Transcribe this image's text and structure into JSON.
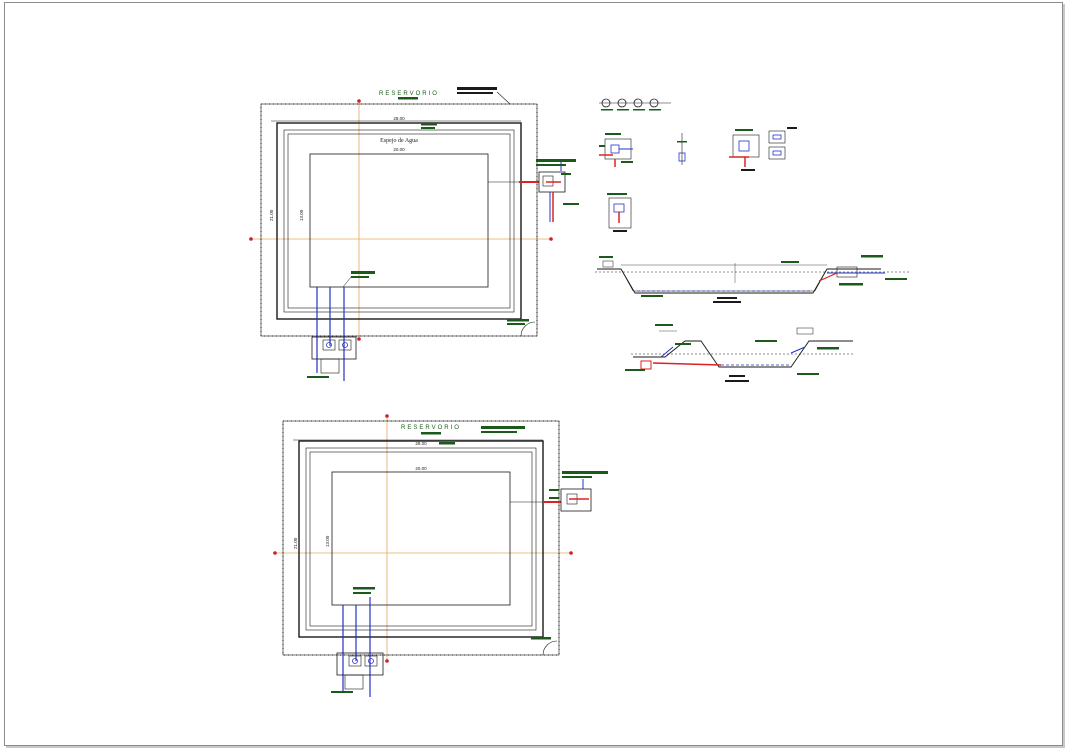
{
  "drawing": {
    "plan_top": {
      "title": "RESERVORIO",
      "outer_dim": "28.00",
      "inner_label": "Espejo de Agua",
      "inner_dim": "20.00",
      "side_dim_outer": "21.00",
      "side_dim_inner": "13.00"
    },
    "plan_bottom": {
      "title": "RESERVORIO",
      "outer_dim": "28.00",
      "inner_dim": "20.00",
      "side_dim_outer": "21.00",
      "side_dim_inner": "13.00"
    }
  },
  "colors": {
    "line": "#1a1a1a",
    "axis": "#e6a65c",
    "pipe_blue": "#2233cc",
    "pipe_red": "#dd2222",
    "label_green": "#1c5a1c",
    "marker_red": "#cc2222"
  }
}
